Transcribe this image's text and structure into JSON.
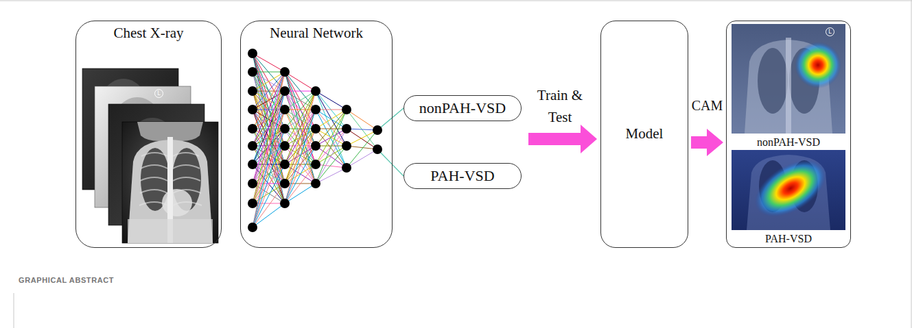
{
  "diagram": {
    "nodes": [
      {
        "text": [
          "Chest X-ray"
        ]
      },
      {
        "text": [
          "Neural Network"
        ]
      },
      {
        "text": [
          "nonPAH-VSD"
        ]
      },
      {
        "text": [
          "PAH-VSD"
        ]
      },
      {
        "text": [
          "Model"
        ]
      },
      {
        "text": [
          "nonPAH-VSD",
          "PAH-VSD"
        ]
      }
    ],
    "edges": [
      {
        "from": 1,
        "to": 2,
        "arrow": "none"
      },
      {
        "from": 1,
        "to": 3,
        "arrow": "none"
      },
      {
        "from": 4,
        "to": 5,
        "label": "CAM",
        "arrow": "to"
      }
    ],
    "labels": [
      "Train & Test",
      "L",
      "L",
      "GRAPHICAL ABSTRACT"
    ]
  }
}
